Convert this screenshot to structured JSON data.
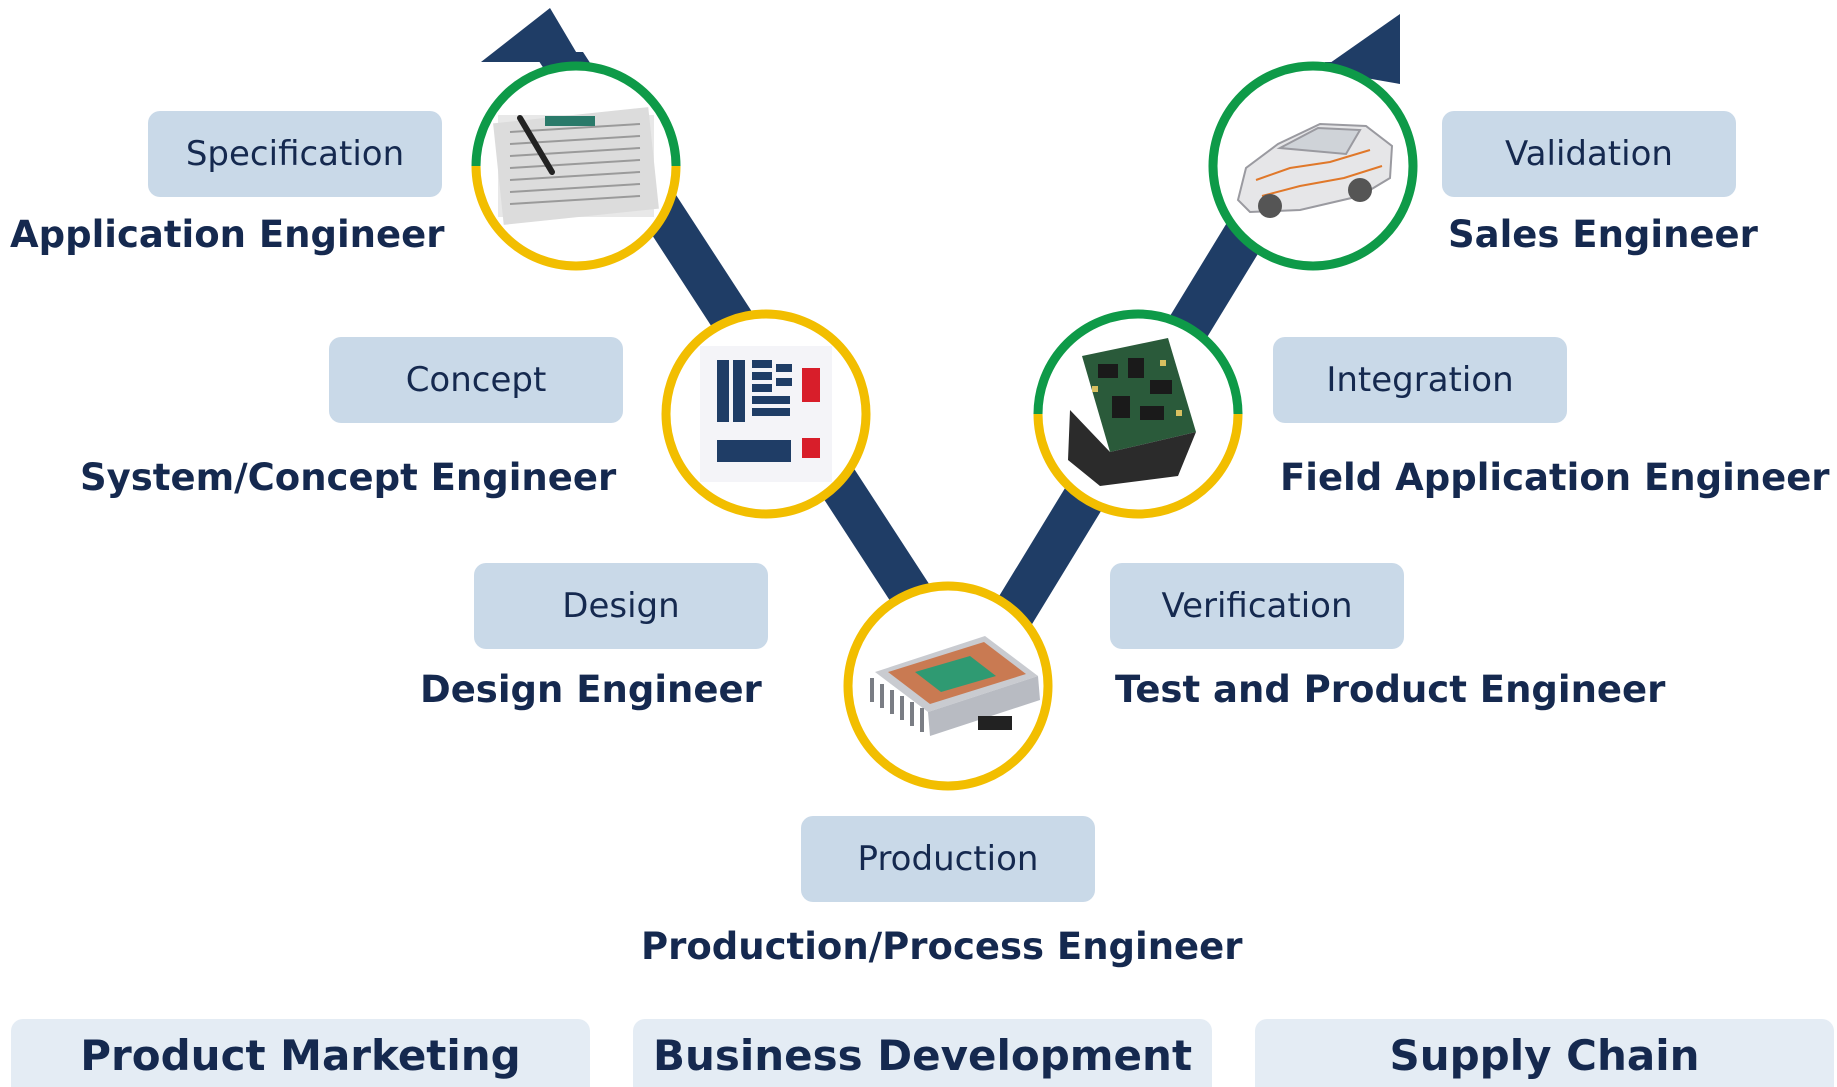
{
  "phases": {
    "specification": "Specification",
    "concept": "Concept",
    "design": "Design",
    "production": "Production",
    "verification": "Verification",
    "integration": "Integration",
    "validation": "Validation"
  },
  "roles": {
    "application_engineer": "Application Engineer",
    "system_concept_engineer": "System/Concept Engineer",
    "design_engineer": "Design Engineer",
    "production_process_engineer": "Production/Process Engineer",
    "test_product_engineer": "Test and Product Engineer",
    "field_application_engineer": "Field Application Engineer",
    "sales_engineer": "Sales Engineer"
  },
  "departments": {
    "product_marketing": "Product Marketing",
    "business_development": "Business Development",
    "supply_chain": "Supply Chain"
  },
  "colors": {
    "arrow": "#1f3d66",
    "ring_green": "#0e9a48",
    "ring_yellow": "#f2be00",
    "phase_box": "#c9d9e8",
    "dept_box": "#e4ecf4",
    "text": "#15294f"
  },
  "icons": {
    "specification": "document-pen-icon",
    "concept": "block-diagram-icon",
    "design": "module-heatsink-icon",
    "integration": "circuit-board-icon",
    "validation": "car-wiring-icon"
  }
}
